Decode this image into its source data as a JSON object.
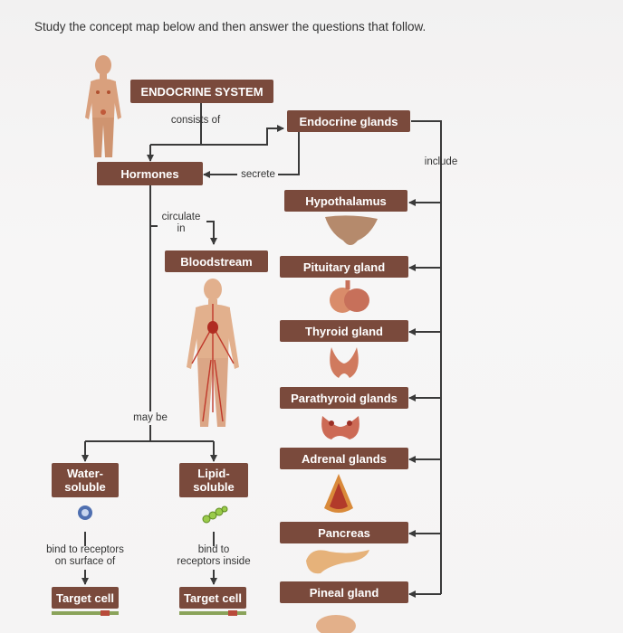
{
  "instruction": "Study the concept map below and then answer the questions that follow.",
  "map": {
    "root": "ENDOCRINE SYSTEM",
    "consists_of": "consists of",
    "endocrine_glands": "Endocrine glands",
    "include": "include",
    "hormones": "Hormones",
    "secrete": "secrete",
    "circulate_in": "circulate\nin",
    "bloodstream": "Bloodstream",
    "may_be": "may be",
    "water_soluble": "Water-\nsoluble",
    "lipid_soluble": "Lipid-\nsoluble",
    "bind_surface": "bind to receptors\non surface of",
    "bind_inside": "bind to\nreceptors inside",
    "target_cell_1": "Target cell",
    "target_cell_2": "Target cell",
    "glands": [
      {
        "label": "Hypothalamus",
        "icon": "hypothalamus-icon"
      },
      {
        "label": "Pituitary gland",
        "icon": "pituitary-icon"
      },
      {
        "label": "Thyroid gland",
        "icon": "thyroid-icon"
      },
      {
        "label": "Parathyroid glands",
        "icon": "parathyroid-icon"
      },
      {
        "label": "Adrenal glands",
        "icon": "adrenal-icon"
      },
      {
        "label": "Pancreas",
        "icon": "pancreas-icon"
      },
      {
        "label": "Pineal gland",
        "icon": "pineal-icon"
      }
    ]
  },
  "colors": {
    "box": "#7a4a3c",
    "line": "#3a3a3a",
    "tissue": "#c8735a",
    "skin": "#d9a07d"
  }
}
